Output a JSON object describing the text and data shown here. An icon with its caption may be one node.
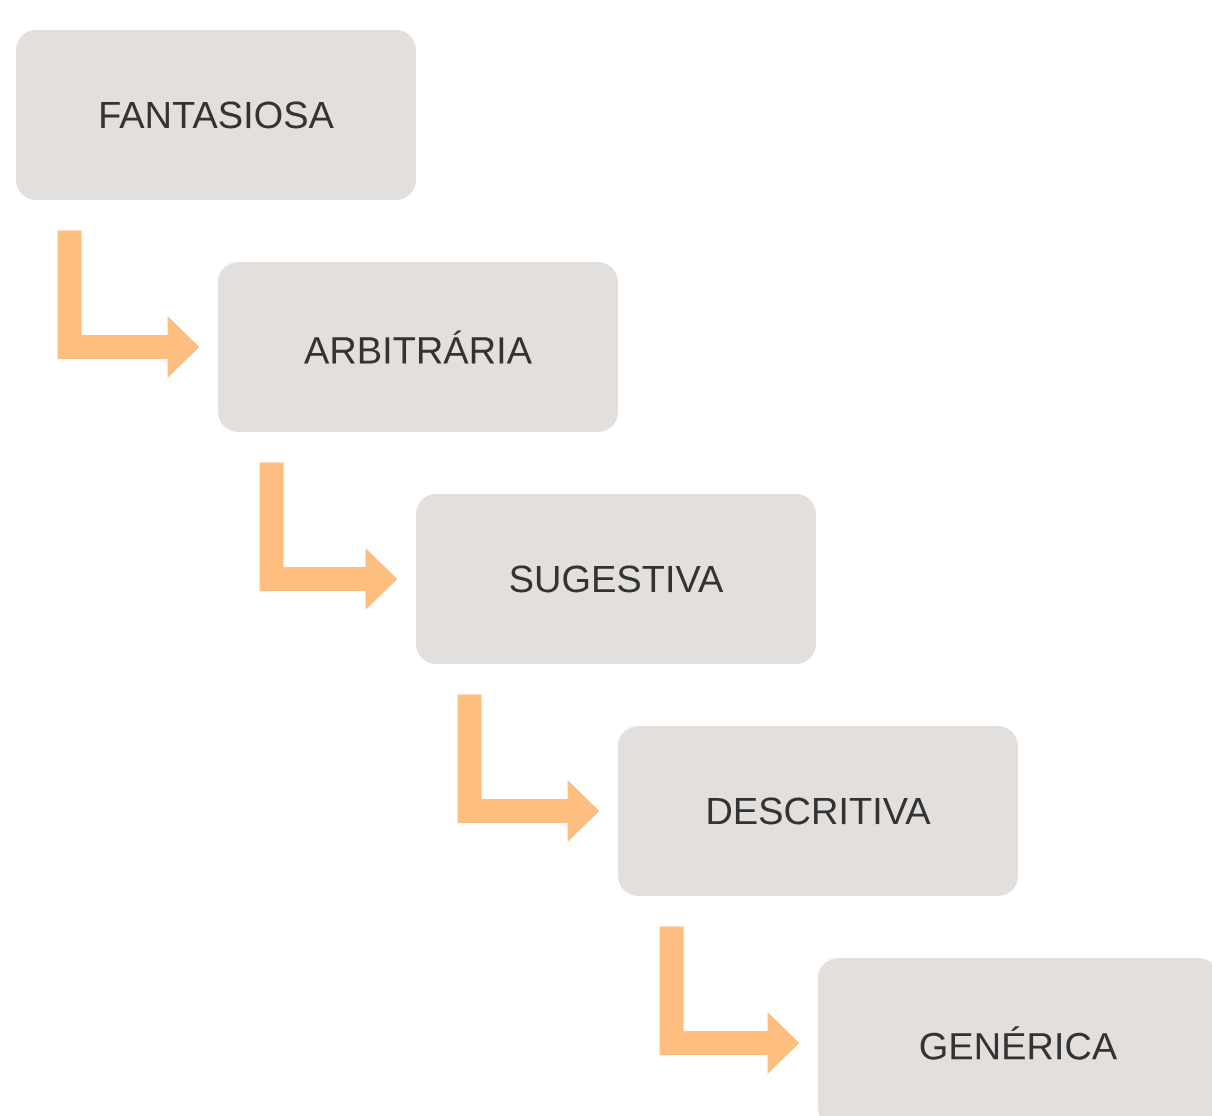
{
  "diagram": {
    "nodes": [
      {
        "text": [
          "FANTASIOSA"
        ]
      },
      {
        "text": [
          "ARBITRÁRIA"
        ]
      },
      {
        "text": [
          "SUGESTIVA"
        ]
      },
      {
        "text": [
          "DESCRITIVA"
        ]
      },
      {
        "text": [
          "GENÉRICA"
        ]
      }
    ],
    "edges": [
      {
        "from": 0,
        "to": 1,
        "arrow": "to"
      },
      {
        "from": 1,
        "to": 2,
        "arrow": "to"
      },
      {
        "from": 2,
        "to": 3,
        "arrow": "to"
      },
      {
        "from": 3,
        "to": 4,
        "arrow": "to"
      }
    ]
  }
}
